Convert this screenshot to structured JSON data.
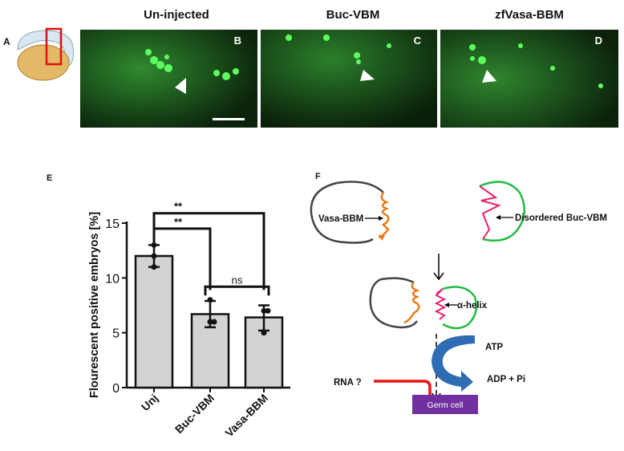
{
  "panel_labels": {
    "a": "A",
    "b": "B",
    "c": "C",
    "d": "D",
    "e": "E",
    "f": "F"
  },
  "microscopy": {
    "titles": [
      "Un-injected",
      "Buc-VBM",
      "zfVasa-BBM"
    ]
  },
  "chart_data": {
    "type": "bar",
    "title": "",
    "xlabel": "",
    "ylabel": "Flourescent positive embryos [%]",
    "ylim": [
      0,
      15
    ],
    "yticks": [
      "0",
      "5",
      "10",
      "15"
    ],
    "categories": [
      "Unj",
      "Buc-VBM",
      "Vasa-BBM"
    ],
    "values": [
      12.0,
      6.7,
      6.4
    ],
    "error": [
      [
        11.0,
        13.0
      ],
      [
        5.5,
        7.9
      ],
      [
        5.2,
        7.5
      ]
    ],
    "points": [
      [
        13,
        11,
        12
      ],
      [
        8,
        6,
        6
      ],
      [
        7,
        7,
        5
      ]
    ],
    "significance": [
      {
        "from": "Unj",
        "to": "Vasa-BBM",
        "label": "**"
      },
      {
        "from": "Unj",
        "to": "Buc-VBM",
        "label": "**"
      },
      {
        "from": "Buc-VBM",
        "to": "Vasa-BBM",
        "label": "ns"
      }
    ],
    "bar_color": "#d3d3d3",
    "grid": false
  },
  "diagram": {
    "vasa_label": "Vasa-BBM",
    "buc_label": "Disordered Buc-VBM",
    "helix_label": "α-helix",
    "atp": "ATP",
    "adp": "ADP + Pi",
    "rna": "RNA ?",
    "germ_cell": "Germ cell",
    "colors": {
      "vasa_loop": "#444444",
      "buc_loop": "#22bb44",
      "bbm": "#e87a1a",
      "vbm": "#e8206e",
      "arrow_blue": "#2e6db3",
      "rna_arrow": "#ee1111",
      "germ_box": "#7030a0"
    }
  }
}
